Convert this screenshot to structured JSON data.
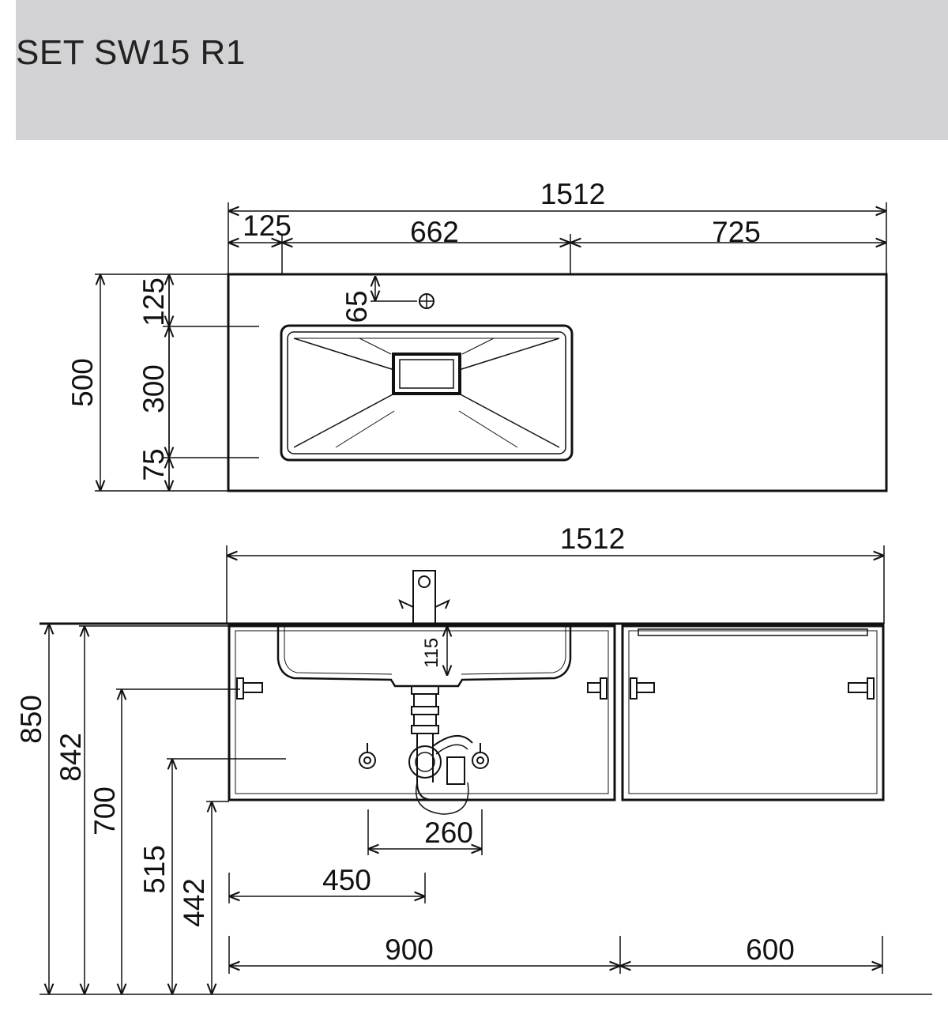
{
  "title": "SET SW15 R1",
  "top_view": {
    "overall_width": "1512",
    "seg_left": "125",
    "seg_mid": "662",
    "seg_right": "725",
    "depth_total": "500",
    "depth_back": "125",
    "depth_basin": "300",
    "depth_front": "75",
    "tap_offset": "65"
  },
  "front_view": {
    "overall_width": "1512",
    "basin_depth": "115",
    "height_total": "850",
    "height_cabinet_top": "842",
    "height_hanger": "700",
    "height_hanger_low": "515",
    "height_cabinet_bottom": "442",
    "trap_width": "260",
    "drain_offset": "450",
    "cab_left_width": "900",
    "cab_right_width": "600"
  }
}
